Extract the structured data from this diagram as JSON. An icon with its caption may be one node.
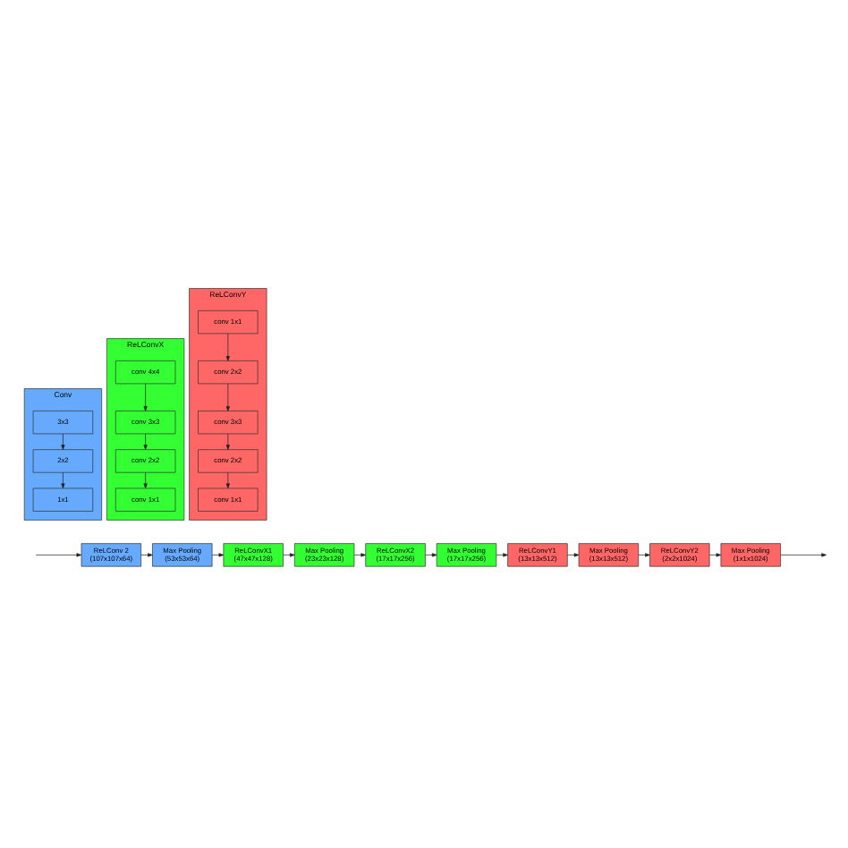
{
  "diagram": {
    "nodes": [
      {
        "text": [
          "Conv"
        ]
      },
      {
        "text": [
          "3x3"
        ],
        "in": 0
      },
      {
        "text": [
          "2x2"
        ],
        "in": 0
      },
      {
        "text": [
          "1x1"
        ],
        "in": 0
      },
      {
        "text": [
          "ReLConvX"
        ]
      },
      {
        "text": [
          "conv 4x4"
        ],
        "in": 4
      },
      {
        "text": [
          "conv 3x3"
        ],
        "in": 4
      },
      {
        "text": [
          "conv 2x2"
        ],
        "in": 4
      },
      {
        "text": [
          "conv 1x1"
        ],
        "in": 4
      },
      {
        "text": [
          "ReLConvY"
        ]
      },
      {
        "text": [
          "conv 1x1"
        ],
        "in": 9
      },
      {
        "text": [
          "conv 2x2"
        ],
        "in": 9
      },
      {
        "text": [
          "conv 3x3"
        ],
        "in": 9
      },
      {
        "text": [
          "conv 2x2"
        ],
        "in": 9
      },
      {
        "text": [
          "conv 1x1"
        ],
        "in": 9
      },
      {
        "text": [
          "ReLConv 2 (107x107x64)"
        ]
      },
      {
        "text": [
          "Max Pooling (53x53x64)"
        ]
      },
      {
        "text": [
          "ReLConvX1 (47x47x128)"
        ]
      },
      {
        "text": [
          "Max Pooling (23x23x128)"
        ]
      },
      {
        "text": [
          "ReLConvX2 (17x17x256)"
        ]
      },
      {
        "text": [
          "Max Pooling (17x17x256)"
        ]
      },
      {
        "text": [
          "ReLConvY1 (13x13x512)"
        ]
      },
      {
        "text": [
          "Max Pooling (13x13x512)"
        ]
      },
      {
        "text": [
          "ReLConvY2 (2x2x1024)"
        ]
      },
      {
        "text": [
          "Max Pooling (1x1x1024)"
        ]
      }
    ],
    "edges": [
      {
        "from": 1,
        "to": 2,
        "arrow": "to"
      },
      {
        "from": 2,
        "to": 3,
        "arrow": "to"
      },
      {
        "from": 5,
        "to": 6,
        "arrow": "to"
      },
      {
        "from": 6,
        "to": 7,
        "arrow": "to"
      },
      {
        "from": 7,
        "to": 8,
        "arrow": "to"
      },
      {
        "from": 10,
        "to": 11,
        "arrow": "to"
      },
      {
        "from": 11,
        "to": 12,
        "arrow": "to"
      },
      {
        "from": 12,
        "to": 13,
        "arrow": "to"
      },
      {
        "from": 13,
        "to": 14,
        "arrow": "to"
      },
      {
        "from": null,
        "to": 15,
        "arrow": "to"
      },
      {
        "from": 15,
        "to": 16,
        "arrow": "to"
      },
      {
        "from": 16,
        "to": 17,
        "arrow": "to"
      },
      {
        "from": 17,
        "to": 18,
        "arrow": "to"
      },
      {
        "from": 18,
        "to": 19,
        "arrow": "to"
      },
      {
        "from": 19,
        "to": 20,
        "arrow": "to"
      },
      {
        "from": 20,
        "to": 21,
        "arrow": "to"
      },
      {
        "from": 21,
        "to": 22,
        "arrow": "to"
      },
      {
        "from": 22,
        "to": 23,
        "arrow": "to"
      },
      {
        "from": 23,
        "to": 24,
        "arrow": "to"
      },
      {
        "from": 24,
        "to": null,
        "arrow": "to"
      }
    ]
  }
}
